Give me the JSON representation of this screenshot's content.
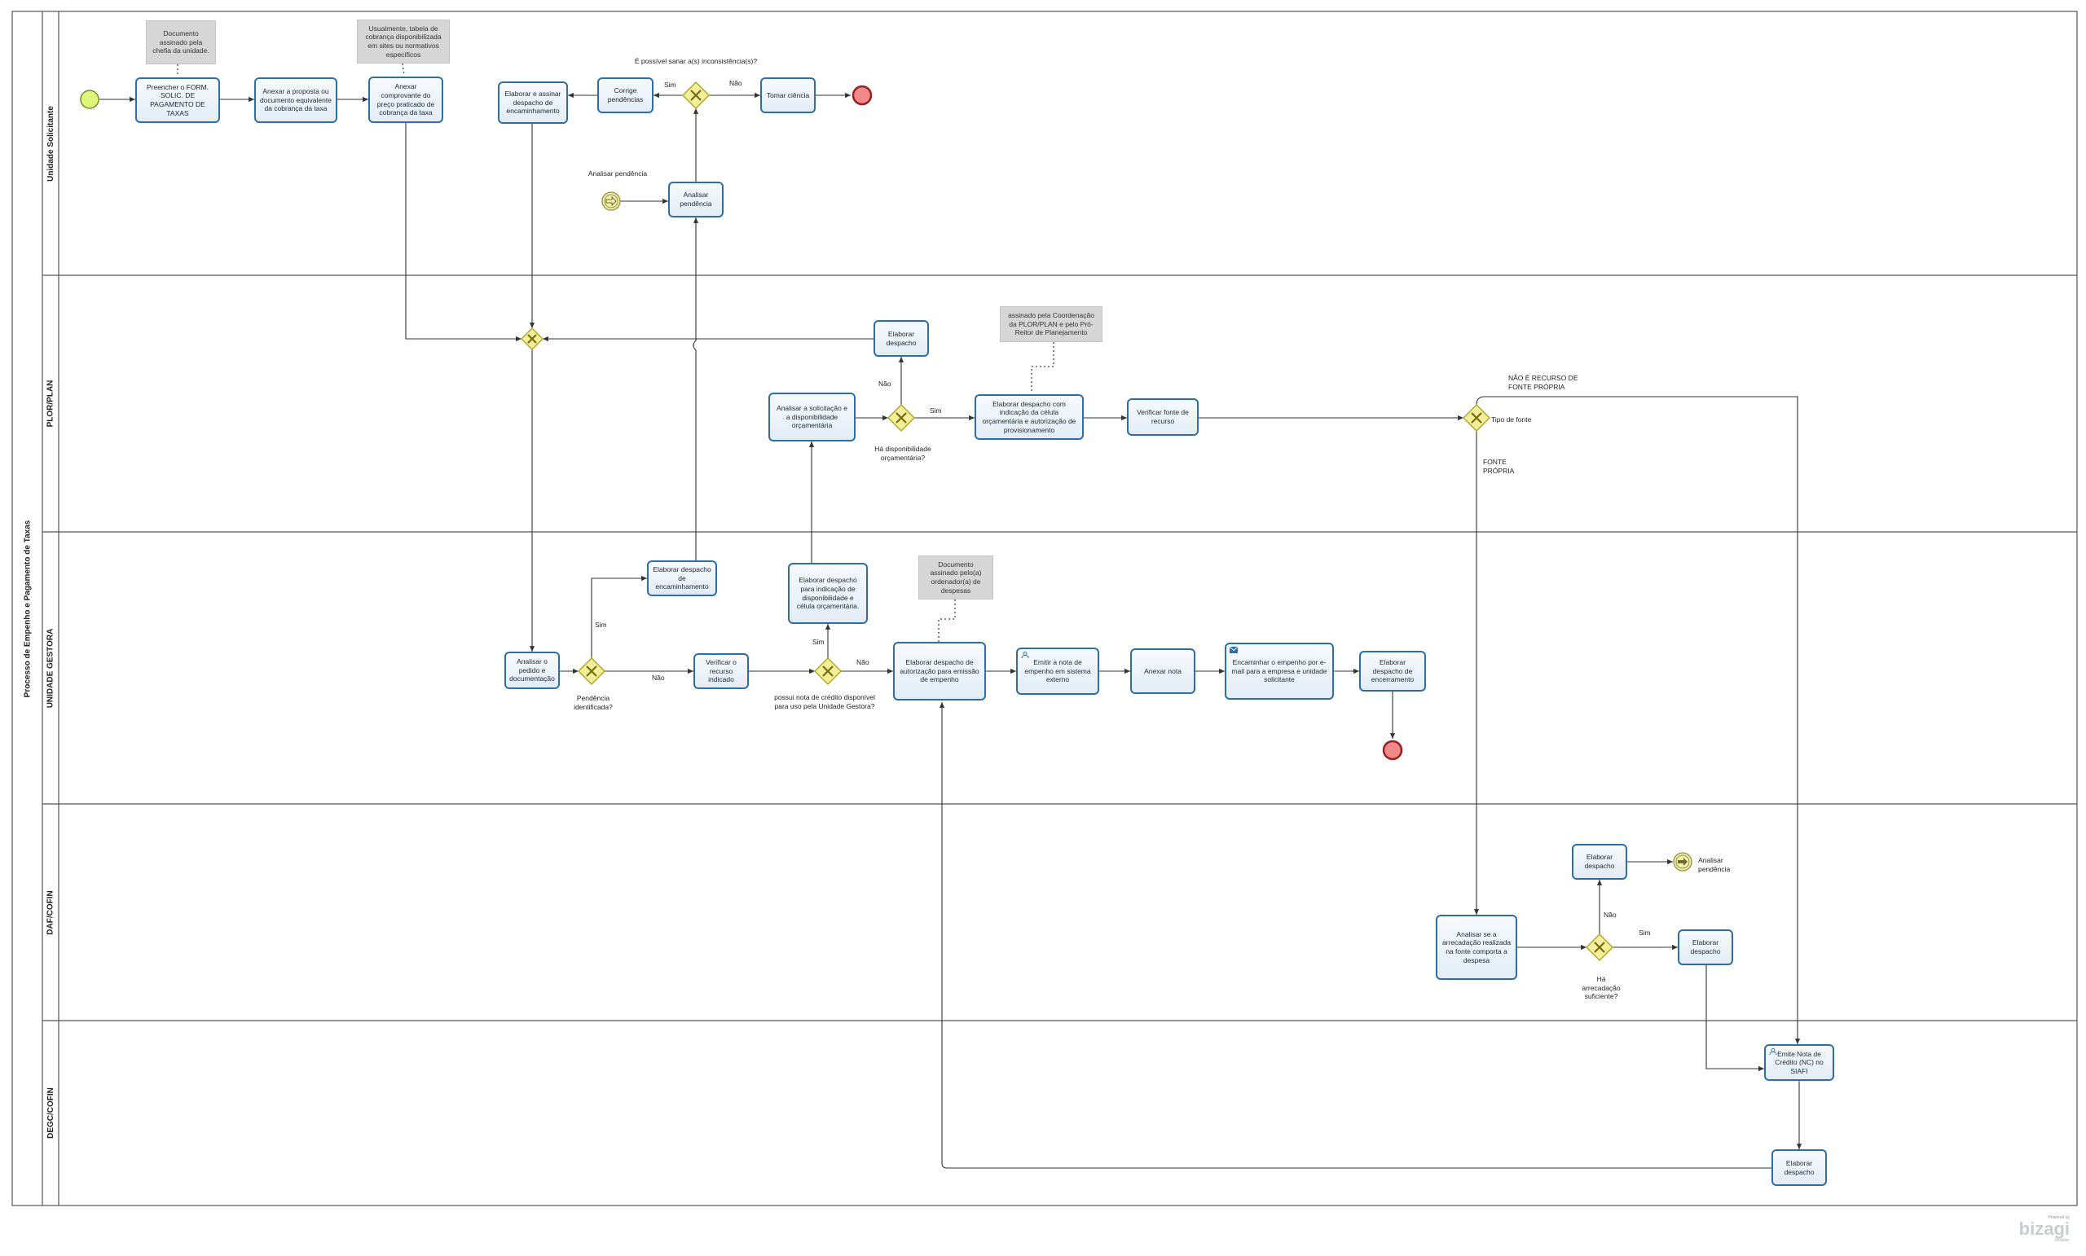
{
  "diagram": {
    "pool_title": "Processo de  Empenho e Pagamento de Taxas",
    "lanes": {
      "unidade_solicitante": "Unidade Solicitante",
      "plor_plan": "PLOR/PLAN",
      "unidade_gestora": "UNIDADE GESTORA",
      "daf_cofin": "DAF/COFIN",
      "degc_cofin": "DEGC/COFIN"
    },
    "tasks": {
      "preencher_form": "Preencher o FORM. SOLIC. DE PAGAMENTO DE TAXAS",
      "anexar_proposta": "Anexar a proposta ou documento equivalente da cobrança da taxa",
      "anexar_comprovante": "Anexar comprovante do preço praticado de cobrança da taxa",
      "elaborar_assinar_despacho": "Elaborar e assinar despacho de encaminhamento",
      "corrige_pendencias": "Corrige pendências",
      "tomar_ciencia": "Tomar ciência",
      "analisar_pendencia": "Analisar pendência",
      "elaborar_despacho_plor": "Elaborar despacho",
      "analisar_solicitacao": "Analisar a solicitação e a disponibilidade orçamentária",
      "elaborar_despacho_indicacao_celula": "Elaborar despacho com indicação da célula orçamentária e autorização de provisionamento",
      "verificar_fonte": "Verificar fonte de recurso",
      "analisar_pedido": "Analisar o pedido e documentação",
      "elaborar_despacho_encaminhamento": "Elaborar despacho de encaminhamento",
      "verificar_recurso": "Verificar o recurso indicado",
      "elaborar_despacho_disponibilidade": "Elaborar despacho para indicação de disponibilidade e célula orçamentária.",
      "elaborar_despacho_autorizacao": "Elaborar despacho de autorização para emissão de empenho",
      "emitir_nota_empenho": "Emitir a nota de empenho em sistema externo",
      "anexar_nota": "Anexar nota",
      "encaminhar_empenho": "Encaminhar o empenho por e-mail para a empresa e unidade solicitante",
      "elaborar_despacho_encerramento": "Elaborar despacho de encerramento",
      "elaborar_despacho_daf_top": "Elaborar despacho",
      "analisar_arrecadacao": "Analisar se a arrecadação realizada na fonte comporta a despesa",
      "elaborar_despacho_daf_right": "Elaborar despacho",
      "emite_nota_credito": "Emite Nota de Crédito (NC) no SIAFI",
      "elaborar_despacho_degc": "Elaborar despacho"
    },
    "annotations": {
      "doc_assinado_chefia": "Documento assinado pela chefia da unidade.",
      "usualmente_tabela": "Usualmente, tabela de cobrança disponibilizada em sites ou normativos específicos",
      "assinado_coordenacao": "assinado pela Coordenação da PLOR/PLAN e pelo Pró-Reitor de Planejamento",
      "doc_assinado_ordenador": "Documento assinado pelo(a) ordenador(a) de despesas"
    },
    "labels": {
      "gw_sanar_q": "É possível sanar a(s) inconsistência(s)?",
      "sim_sanar": "Sim",
      "nao_sanar": "Não",
      "analisar_pendencia_event": "Analisar pendência",
      "nao_plor": "Não",
      "sim_plor": "Sim",
      "gw_disponibilidade_q": "Há disponibilidade orçamentária?",
      "nao_recurso_fonte": "NÃO É RECURSO DE FONTE PRÓPRIA",
      "tipo_fonte": "Tipo de fonte",
      "fonte_propria": "FONTE PRÓPRIA",
      "sim_pendencia": "Sim",
      "nao_pendencia": "Não",
      "gw_pendencia_q": "Pendência identificada?",
      "sim_credito": "Sim",
      "nao_credito": "Não",
      "gw_credito_q": "possui nota de crédito disponível para uso pela Unidade Gestora?",
      "analisar_pendencia_end": "Analisar pendência",
      "nao_arrecadacao": "Não",
      "sim_arrecadacao": "Sim",
      "gw_arrecadacao_q": "Há arrecadação suficiente?"
    },
    "brand": {
      "powered": "Powered by",
      "logo": "bizagi",
      "studio": "Modeler"
    }
  },
  "colors": {
    "task_border": "#2f6ea3",
    "gateway_fill": "#f2ef9a",
    "gateway_stroke": "#b3a82a",
    "start_fill": "#dff57a",
    "end_fill": "#f08a8a",
    "end_stroke": "#9a1f1f",
    "annotation_fill": "#d6d6d6"
  }
}
